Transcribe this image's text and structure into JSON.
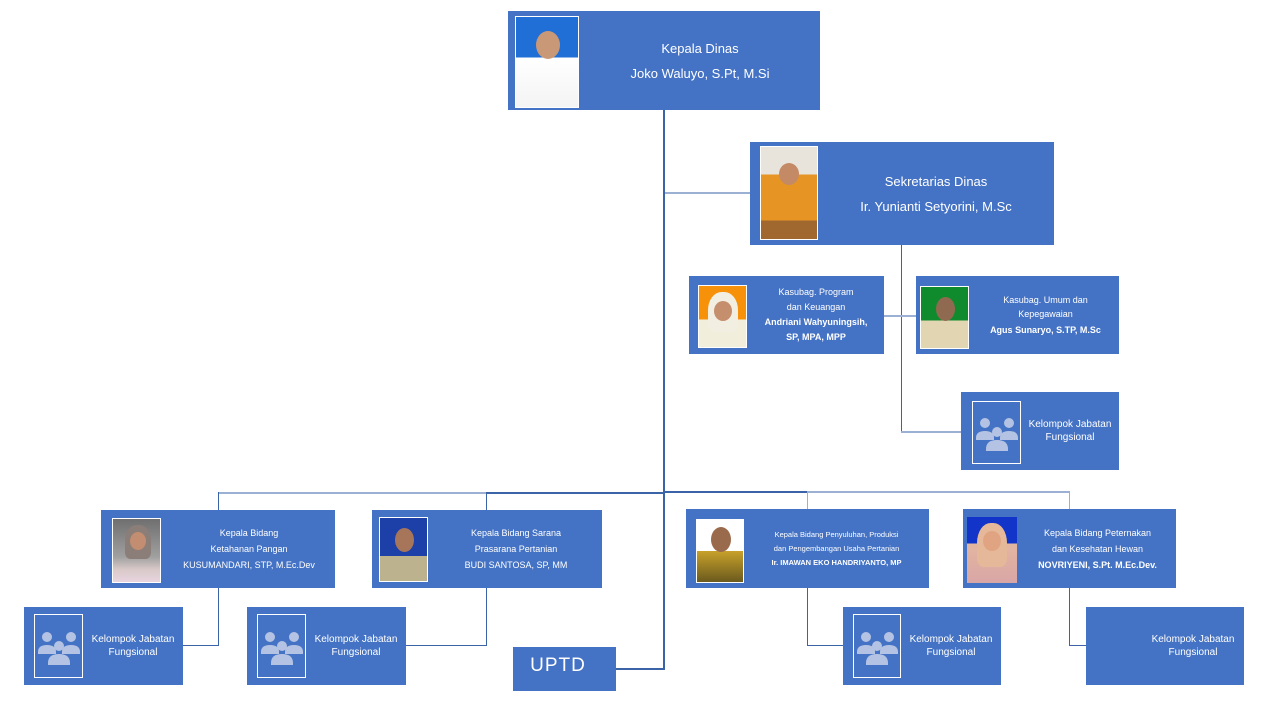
{
  "colors": {
    "box": "#4472c4",
    "text": "#ffffff",
    "connector_dark": "#3a63a8",
    "connector_light": "#9bb0d3",
    "group_icon": "#b4c3e3"
  },
  "head": {
    "title": "Kepala Dinas",
    "name": "Joko Waluyo, S.Pt, M.Si",
    "photo": "portrait-man-white-shirt"
  },
  "secretary": {
    "title": "Sekretarias Dinas",
    "name": "Ir. Yunianti Setyorini, M.Sc",
    "photo": "portrait-woman-orange-hijab"
  },
  "subsections": [
    {
      "title_line1": "Kasubag. Program",
      "title_line2": "dan Keuangan",
      "name_line1": "Andriani Wahyuningsih,",
      "name_line2": "SP, MPA, MPP",
      "photo": "portrait-woman-white-hijab"
    },
    {
      "title_line1": "Kasubag. Umum dan",
      "title_line2": "Kepegawaian",
      "name_line1": "Agus Sunaryo, S.TP, M.Sc",
      "photo": "portrait-man-khaki-uniform"
    }
  ],
  "functional_group": {
    "label_line1": "Kelompok Jabatan",
    "label_line2": "Fungsional",
    "icon": "people-group-icon"
  },
  "divisions": [
    {
      "title_line1": "Kepala Bidang",
      "title_line2": "Ketahanan Pangan",
      "name": "KUSUMANDARI, STP, M.Ec.Dev",
      "photo": "portrait-woman-grey-hijab"
    },
    {
      "title_line1": "Kepala Bidang Sarana",
      "title_line2": "Prasarana Pertanian",
      "name": "BUDI SANTOSA, SP, MM",
      "photo": "portrait-man-uniform-blue-bg"
    },
    {
      "title_line1": "Kepala Bidang Penyuluhan, Produksi",
      "title_line2": "dan Pengembangan Usaha Pertanian",
      "name": "Ir. IMAWAN EKO HANDRIYANTO, MP",
      "photo": "portrait-man-batik"
    },
    {
      "title_line1": "Kepala Bidang Peternakan",
      "title_line2": "dan Kesehatan Hewan",
      "name": "NOVRIYENI, S.Pt. M.Ec.Dev.",
      "photo": "portrait-woman-beige-hijab"
    }
  ],
  "uptd": {
    "label": "UPTD"
  }
}
